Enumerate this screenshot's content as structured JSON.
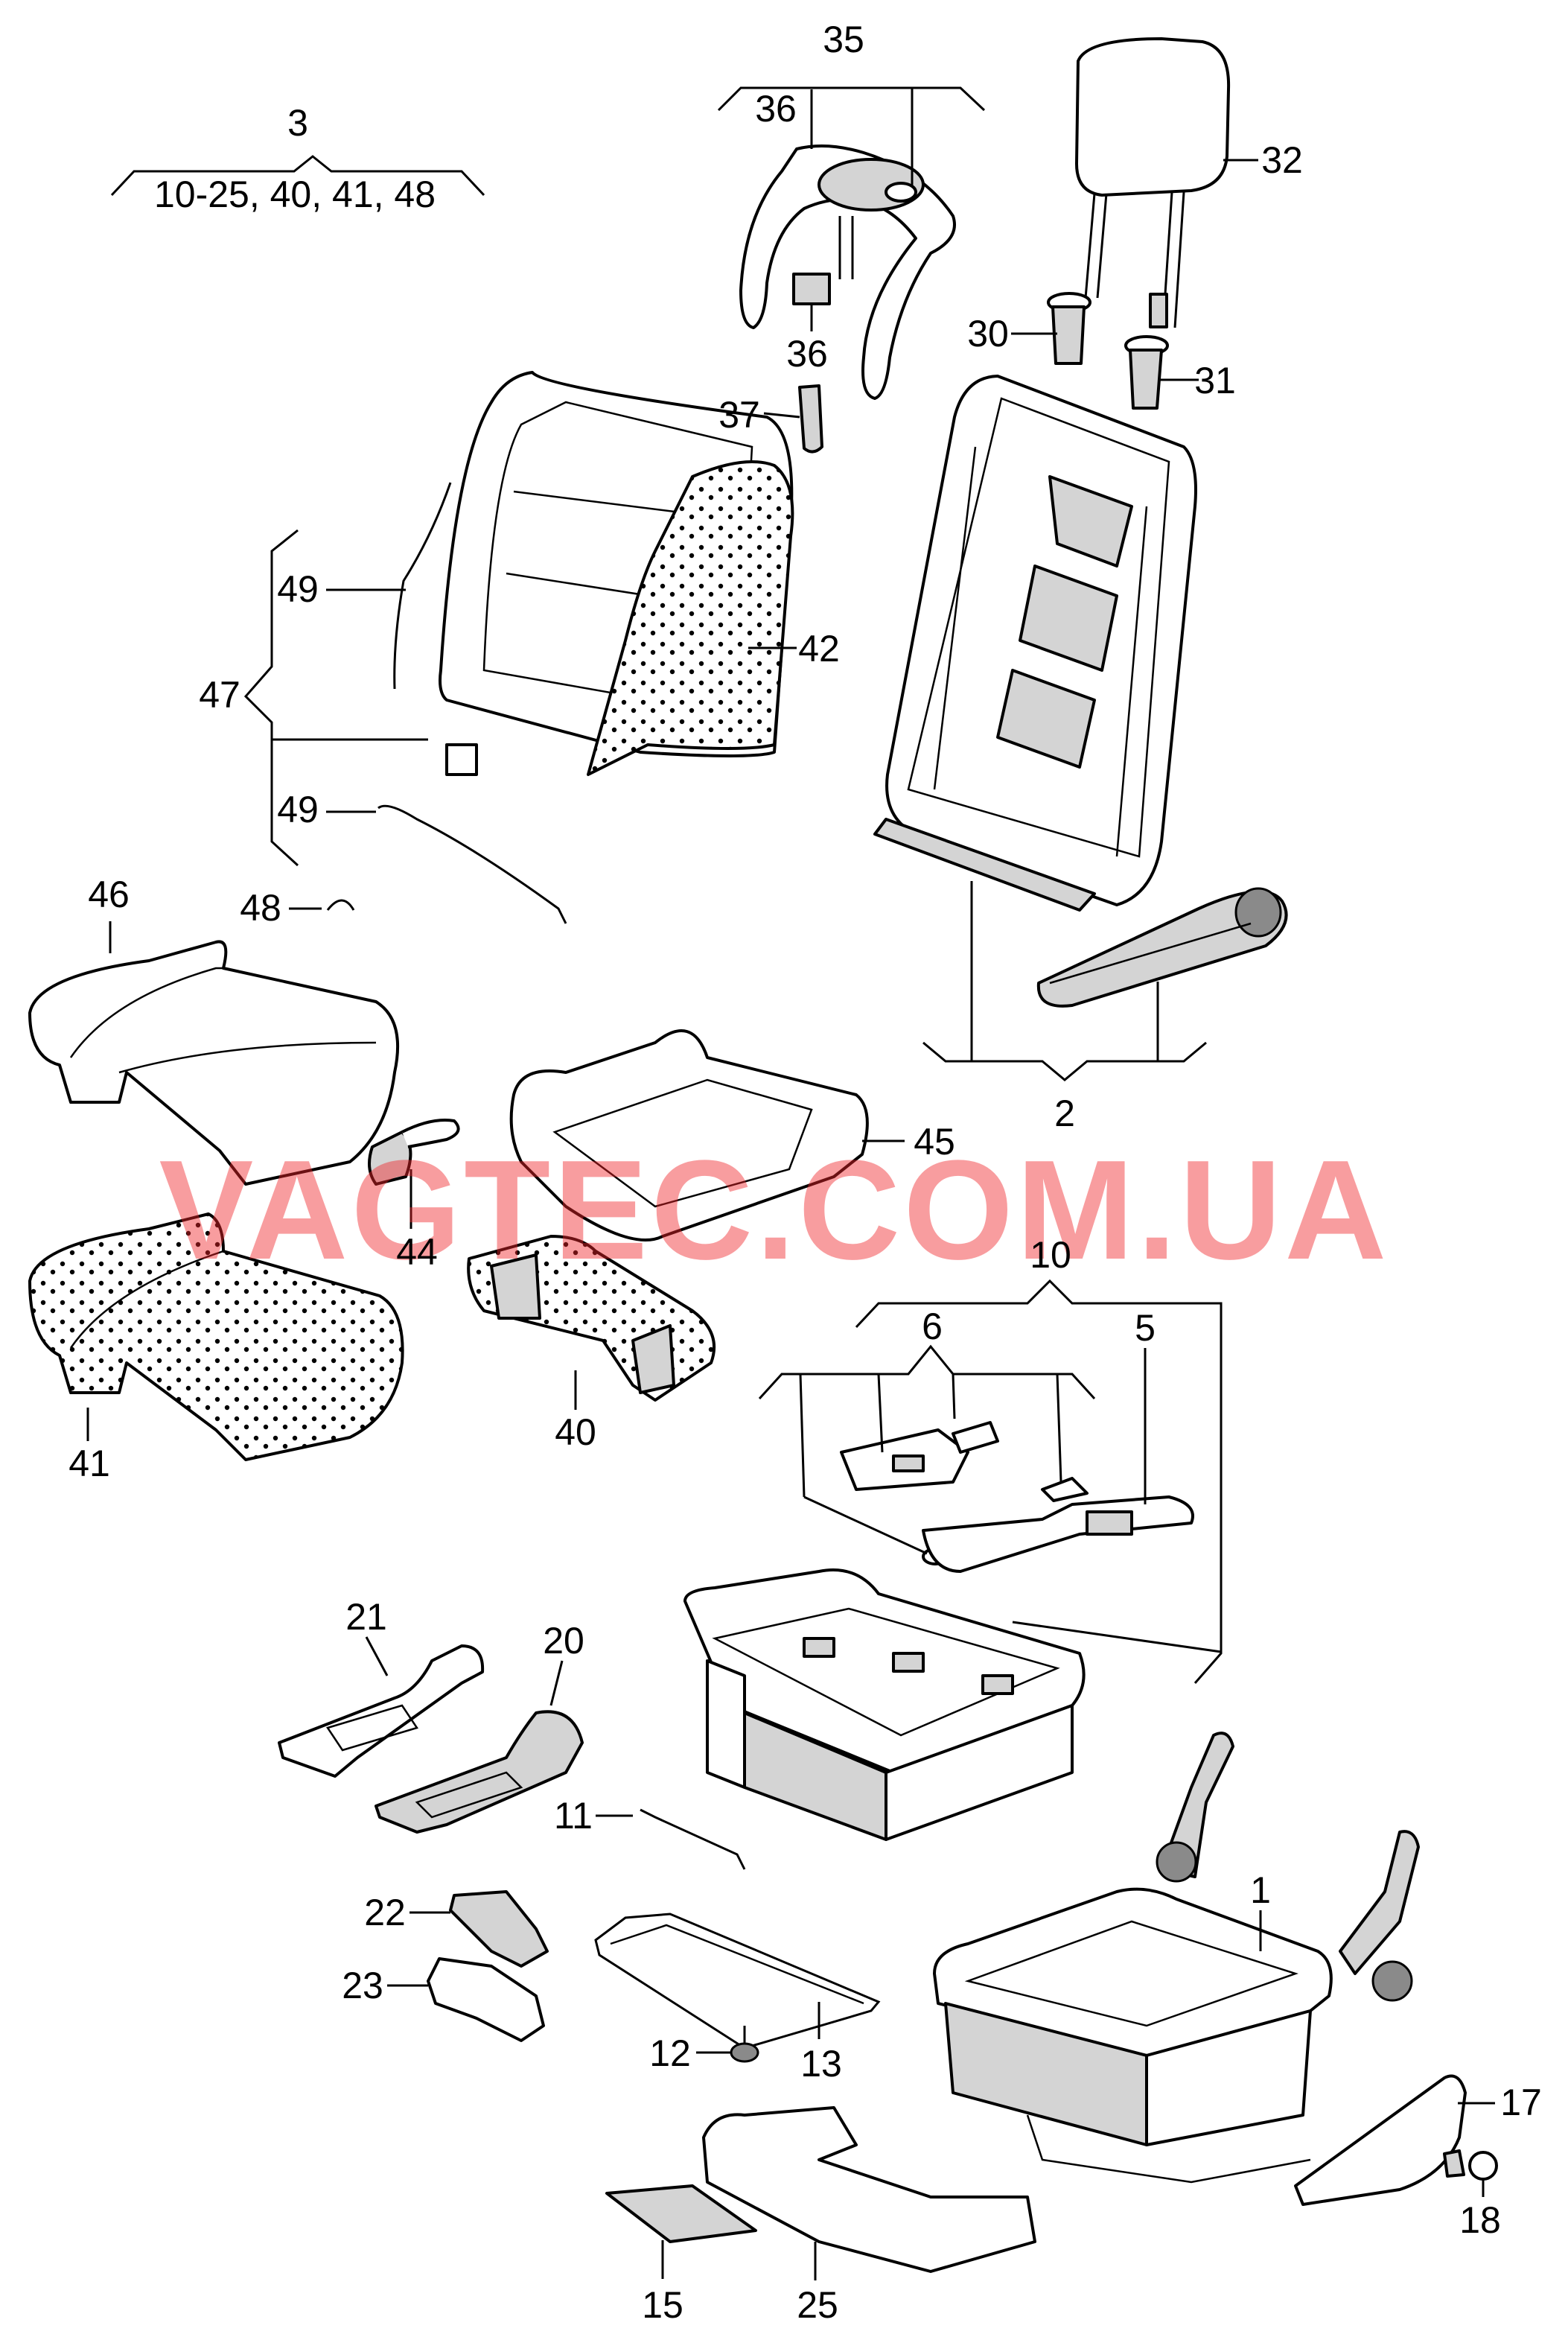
{
  "watermark": "VAGTEC.COM.UA",
  "callouts": [
    {
      "id": "c3",
      "text": "3"
    },
    {
      "id": "c3sub",
      "text": "10-25, 40, 41, 48"
    },
    {
      "id": "c35",
      "text": "35"
    },
    {
      "id": "c36a",
      "text": "36"
    },
    {
      "id": "c36b",
      "text": "36"
    },
    {
      "id": "c32",
      "text": "32"
    },
    {
      "id": "c30",
      "text": "30"
    },
    {
      "id": "c31",
      "text": "31"
    },
    {
      "id": "c37",
      "text": "37"
    },
    {
      "id": "c42",
      "text": "42"
    },
    {
      "id": "c49a",
      "text": "49"
    },
    {
      "id": "c47",
      "text": "47"
    },
    {
      "id": "c49b",
      "text": "49"
    },
    {
      "id": "c46",
      "text": "46"
    },
    {
      "id": "c48",
      "text": "48"
    },
    {
      "id": "c2",
      "text": "2"
    },
    {
      "id": "c45",
      "text": "45"
    },
    {
      "id": "c44",
      "text": "44"
    },
    {
      "id": "c10",
      "text": "10"
    },
    {
      "id": "c6",
      "text": "6"
    },
    {
      "id": "c5",
      "text": "5"
    },
    {
      "id": "c41",
      "text": "41"
    },
    {
      "id": "c40",
      "text": "40"
    },
    {
      "id": "c21",
      "text": "21"
    },
    {
      "id": "c20",
      "text": "20"
    },
    {
      "id": "c11",
      "text": "11"
    },
    {
      "id": "c1",
      "text": "1"
    },
    {
      "id": "c22",
      "text": "22"
    },
    {
      "id": "c23",
      "text": "23"
    },
    {
      "id": "c12",
      "text": "12"
    },
    {
      "id": "c13",
      "text": "13"
    },
    {
      "id": "c17",
      "text": "17"
    },
    {
      "id": "c18",
      "text": "18"
    },
    {
      "id": "c15",
      "text": "15"
    },
    {
      "id": "c25",
      "text": "25"
    }
  ]
}
